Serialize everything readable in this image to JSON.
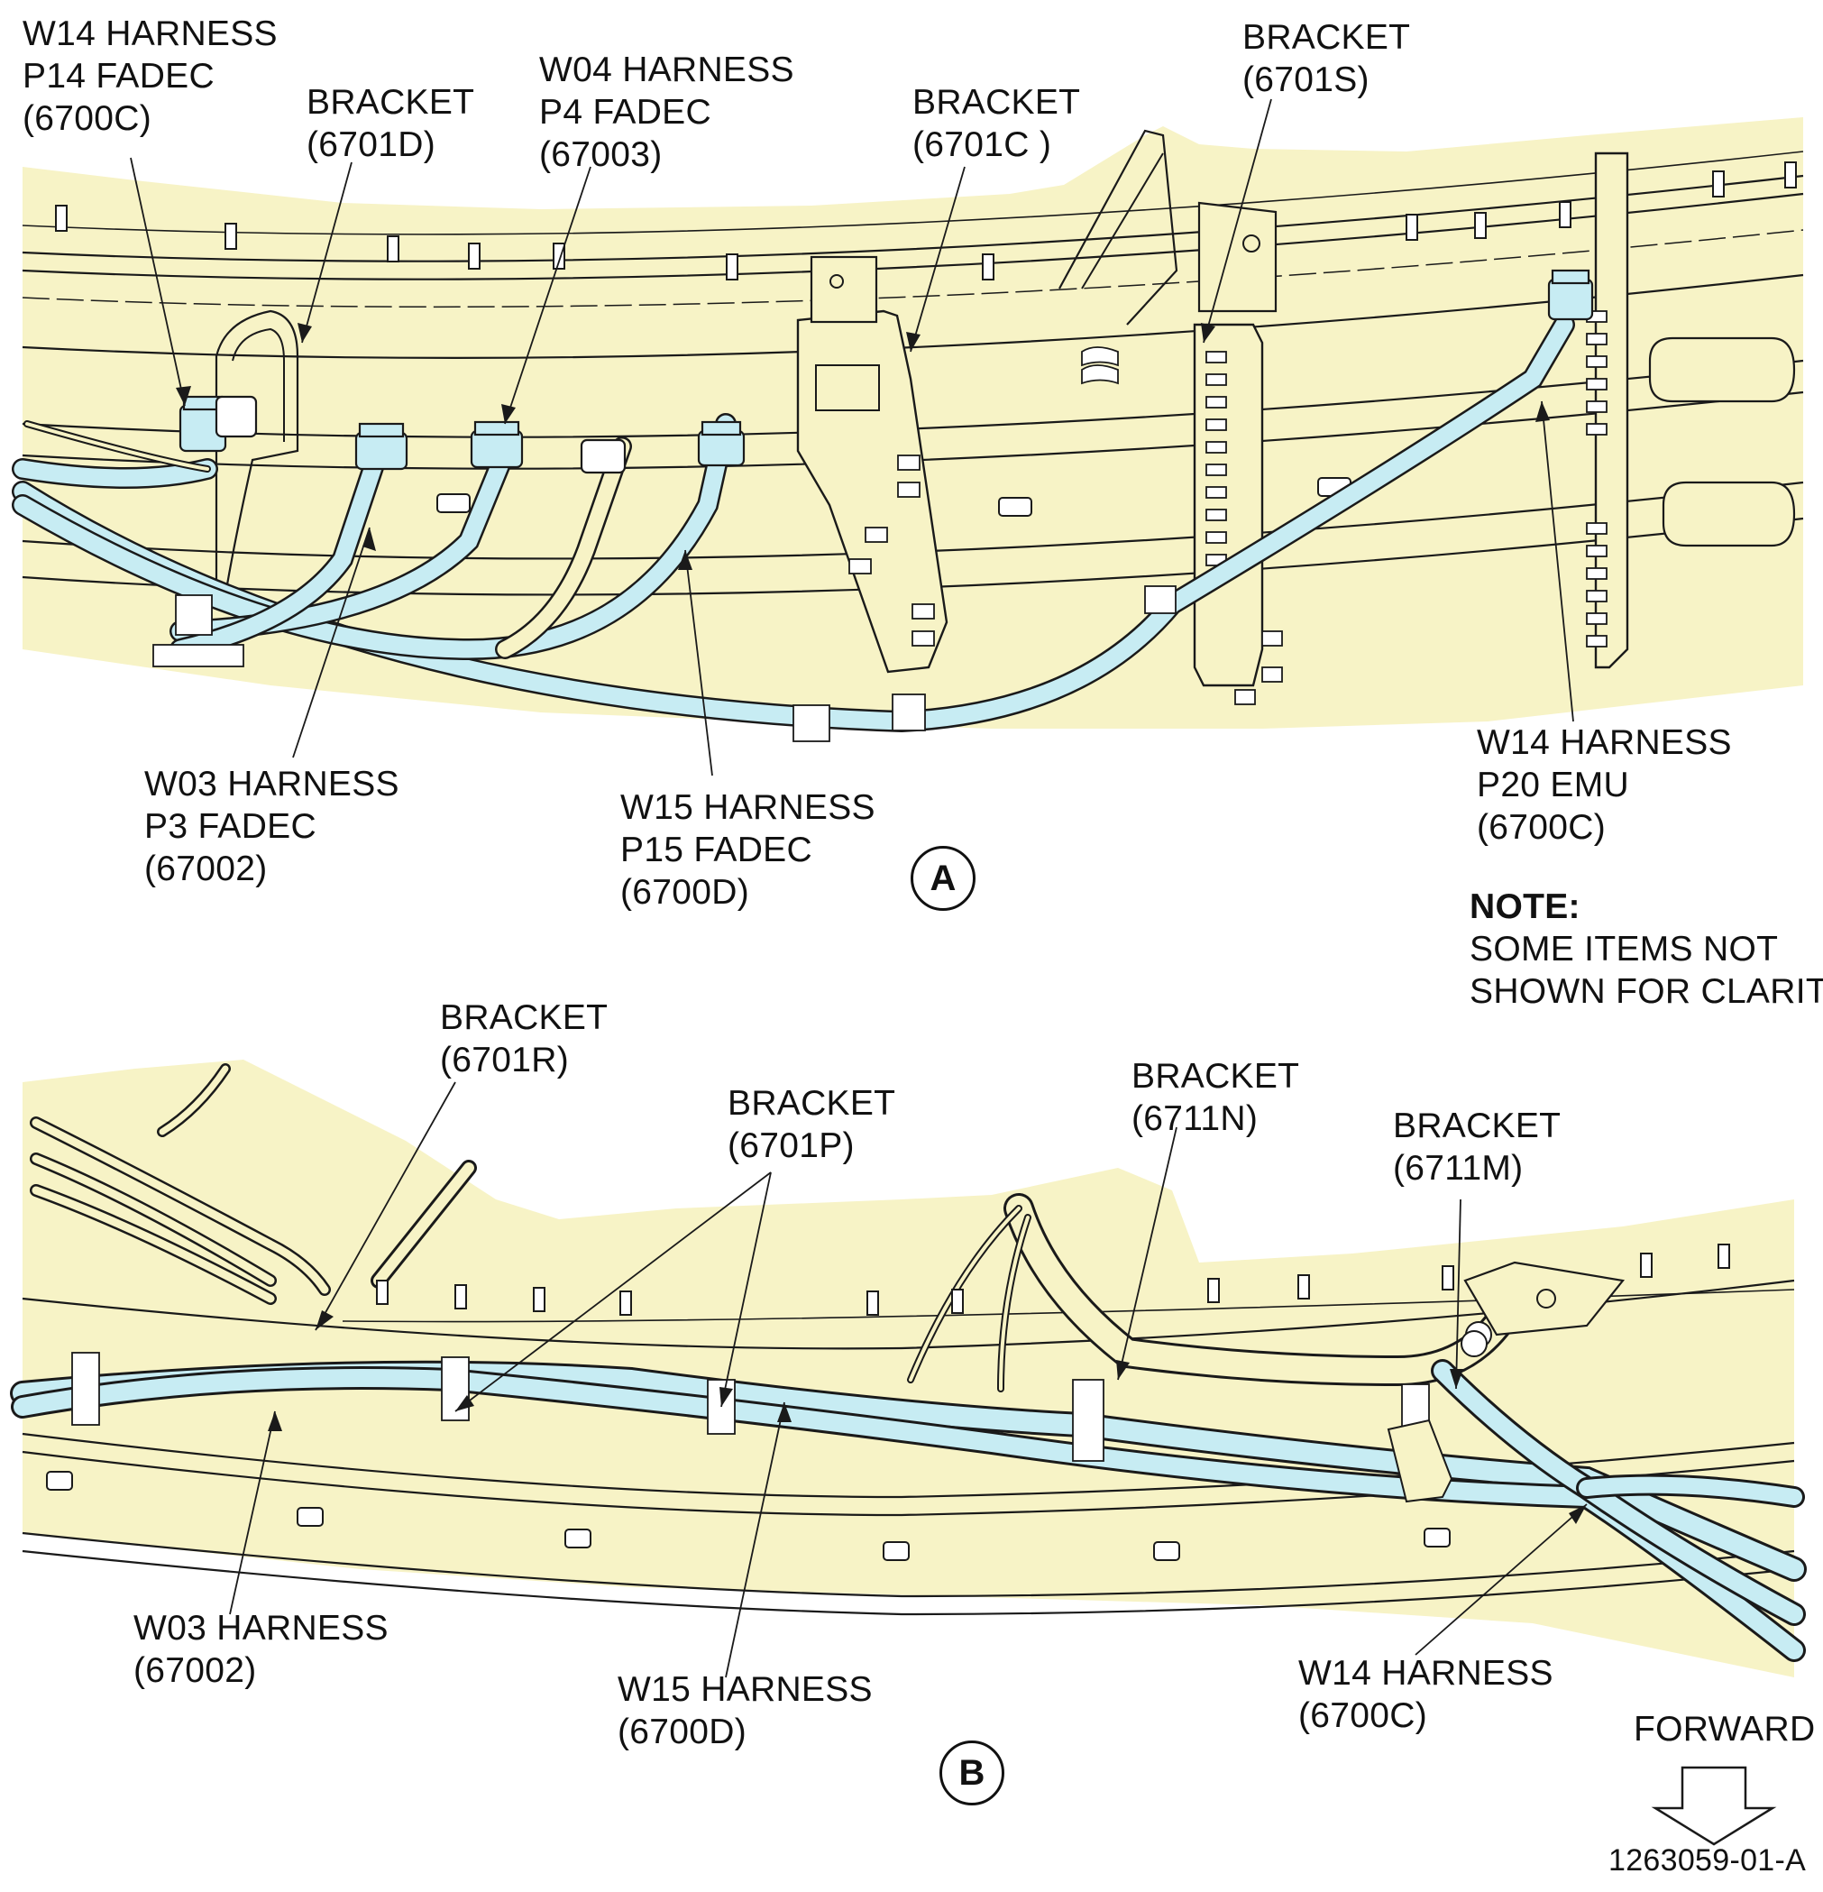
{
  "colors": {
    "zone_fill": "#f7f3c6",
    "harness": "#c7ecf3",
    "line": "#1a1a1a"
  },
  "view_a": {
    "badge": "A",
    "labels": [
      {
        "id": "w14-p14",
        "lines": [
          "W14 HARNESS",
          "P14 FADEC",
          "(6700C)"
        ]
      },
      {
        "id": "bracket-6701d",
        "lines": [
          "BRACKET",
          "(6701D)"
        ]
      },
      {
        "id": "w04-p4",
        "lines": [
          "W04 HARNESS",
          "P4 FADEC",
          "(67003)"
        ]
      },
      {
        "id": "bracket-6701c",
        "lines": [
          "BRACKET",
          "(6701C )"
        ]
      },
      {
        "id": "bracket-6701s",
        "lines": [
          "BRACKET",
          "(6701S)"
        ]
      },
      {
        "id": "w03-p3",
        "lines": [
          "W03 HARNESS",
          "P3 FADEC",
          "(67002)"
        ]
      },
      {
        "id": "w15-p15",
        "lines": [
          "W15 HARNESS",
          "P15 FADEC",
          "(6700D)"
        ]
      },
      {
        "id": "w14-p20",
        "lines": [
          "W14 HARNESS",
          "P20 EMU",
          "(6700C)"
        ]
      }
    ]
  },
  "note": {
    "title": "NOTE:",
    "lines": [
      "SOME ITEMS NOT",
      "SHOWN FOR CLARITY."
    ]
  },
  "view_b": {
    "badge": "B",
    "labels": [
      {
        "id": "bracket-6701r",
        "lines": [
          "BRACKET",
          "(6701R)"
        ]
      },
      {
        "id": "bracket-6701p",
        "lines": [
          "BRACKET",
          "(6701P)"
        ]
      },
      {
        "id": "bracket-6711n",
        "lines": [
          "BRACKET",
          "(6711N)"
        ]
      },
      {
        "id": "bracket-6711m",
        "lines": [
          "BRACKET",
          "(6711M)"
        ]
      },
      {
        "id": "w03",
        "lines": [
          "W03 HARNESS",
          "(67002)"
        ]
      },
      {
        "id": "w15",
        "lines": [
          "W15 HARNESS",
          "(6700D)"
        ]
      },
      {
        "id": "w14",
        "lines": [
          "W14 HARNESS",
          "(6700C)"
        ]
      }
    ]
  },
  "forward_label": "FORWARD",
  "figure_id": "1263059-01-A"
}
